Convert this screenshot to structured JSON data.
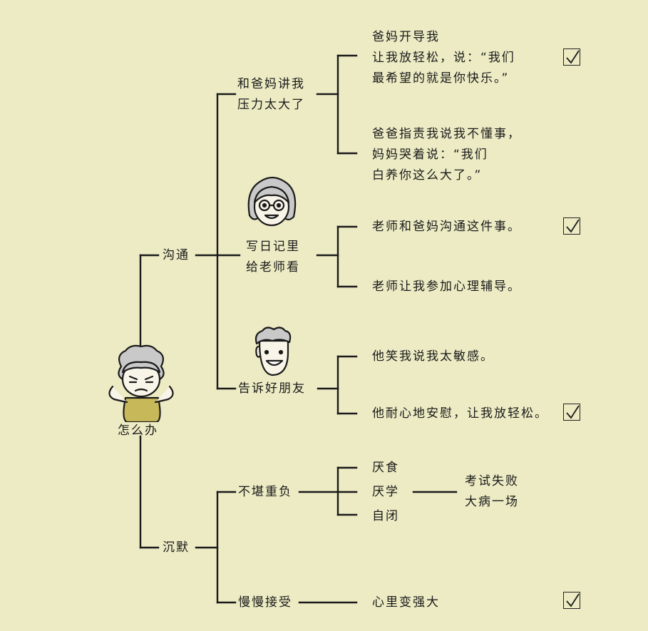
{
  "root": {
    "label": "怎么办",
    "avatar_icon": "worried-girl-icon"
  },
  "branches": [
    {
      "label": "沟通",
      "children": [
        {
          "label_lines": [
            "和爸妈讲我",
            "压力太大了"
          ],
          "outcomes": [
            {
              "lines": [
                "爸妈开导我",
                "让我放轻松，说：“我们",
                "最希望的就是你快乐。”"
              ],
              "checked": true
            },
            {
              "lines": [
                "爸爸指责我说我不懂事，",
                "妈妈哭着说：“我们",
                "白养你这么大了。”"
              ],
              "checked": false
            }
          ]
        },
        {
          "label_lines": [
            "写日记里",
            "给老师看"
          ],
          "avatar_icon": "teacher-glasses-icon",
          "outcomes": [
            {
              "lines": [
                "老师和爸妈沟通这件事。"
              ],
              "checked": true
            },
            {
              "lines": [
                "老师让我参加心理辅导。"
              ],
              "checked": false
            }
          ]
        },
        {
          "label_lines": [
            "告诉好朋友"
          ],
          "avatar_icon": "friend-boy-icon",
          "outcomes": [
            {
              "lines": [
                "他笑我说我太敏感。"
              ],
              "checked": false
            },
            {
              "lines": [
                "他耐心地安慰，让我放轻松。"
              ],
              "checked": true
            }
          ]
        }
      ]
    },
    {
      "label": "沉默",
      "children": [
        {
          "label_lines": [
            "不堪重负"
          ],
          "symptoms": [
            "厌食",
            "厌学",
            "自闭"
          ],
          "consequence_lines": [
            "考试失败",
            "大病一场"
          ]
        },
        {
          "label_lines": [
            "慢慢接受"
          ],
          "outcomes": [
            {
              "lines": [
                "心里变强大"
              ],
              "checked": true
            }
          ]
        }
      ]
    }
  ]
}
